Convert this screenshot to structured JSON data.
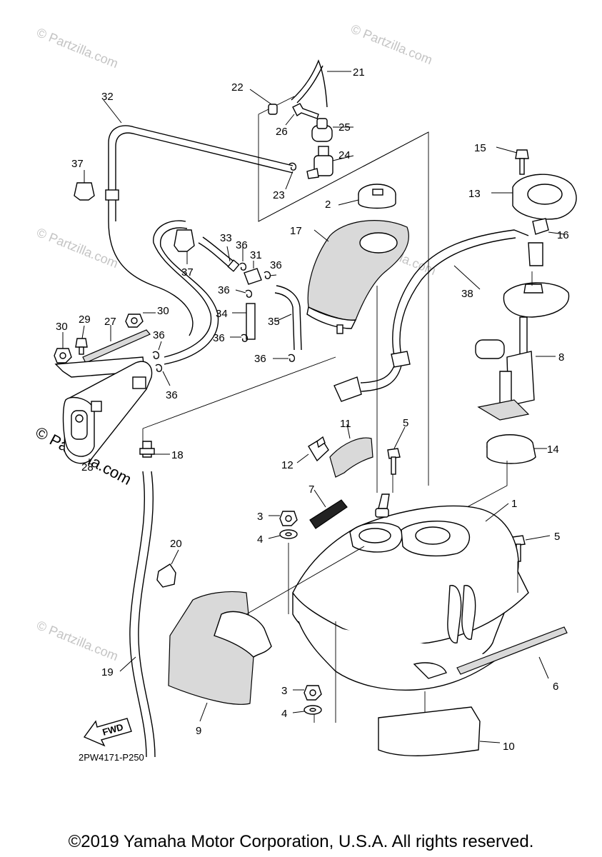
{
  "watermarks": {
    "small": "© Partzilla.com",
    "large": "© Partzilla.com"
  },
  "diagram_code": "2PW4171-P250",
  "direction_label": "FWD",
  "copyright": "©2019 Yamaha Motor Corporation, U.S.A. All rights reserved.",
  "callouts": [
    "1",
    "2",
    "3",
    "3",
    "4",
    "4",
    "5",
    "5",
    "6",
    "7",
    "8",
    "9",
    "10",
    "11",
    "12",
    "13",
    "14",
    "15",
    "16",
    "17",
    "18",
    "19",
    "20",
    "21",
    "22",
    "23",
    "24",
    "25",
    "26",
    "27",
    "28",
    "29",
    "30",
    "30",
    "31",
    "32",
    "33",
    "34",
    "35",
    "36",
    "36",
    "36",
    "36",
    "36",
    "36",
    "36",
    "37",
    "37",
    "38"
  ]
}
